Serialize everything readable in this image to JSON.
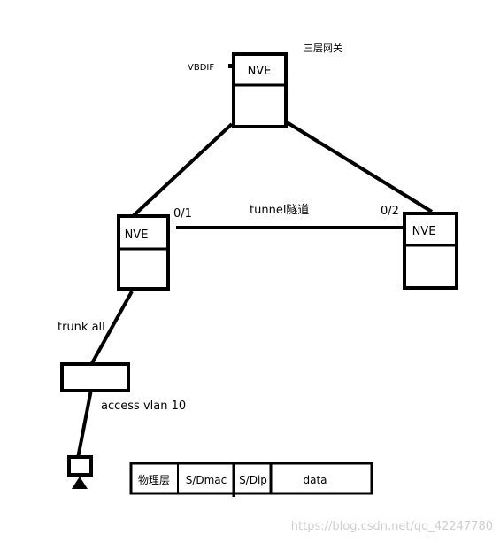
{
  "nodes": {
    "top_nve": {
      "label": "NVE",
      "annotation": "三层网关",
      "interface_label": "VBDIF"
    },
    "left_nve": {
      "label": "NVE",
      "port_label": "0/1"
    },
    "right_nve": {
      "label": "NVE",
      "port_label": "0/2"
    }
  },
  "links": {
    "tunnel_label": "tunnel隧道",
    "trunk_label": "trunk all",
    "access_label": "access vlan 10"
  },
  "packet": {
    "fields": [
      "物理层",
      "S/Dmac",
      "S/Dip",
      "data"
    ]
  },
  "watermark": "https://blog.csdn.net/qq_42247780"
}
